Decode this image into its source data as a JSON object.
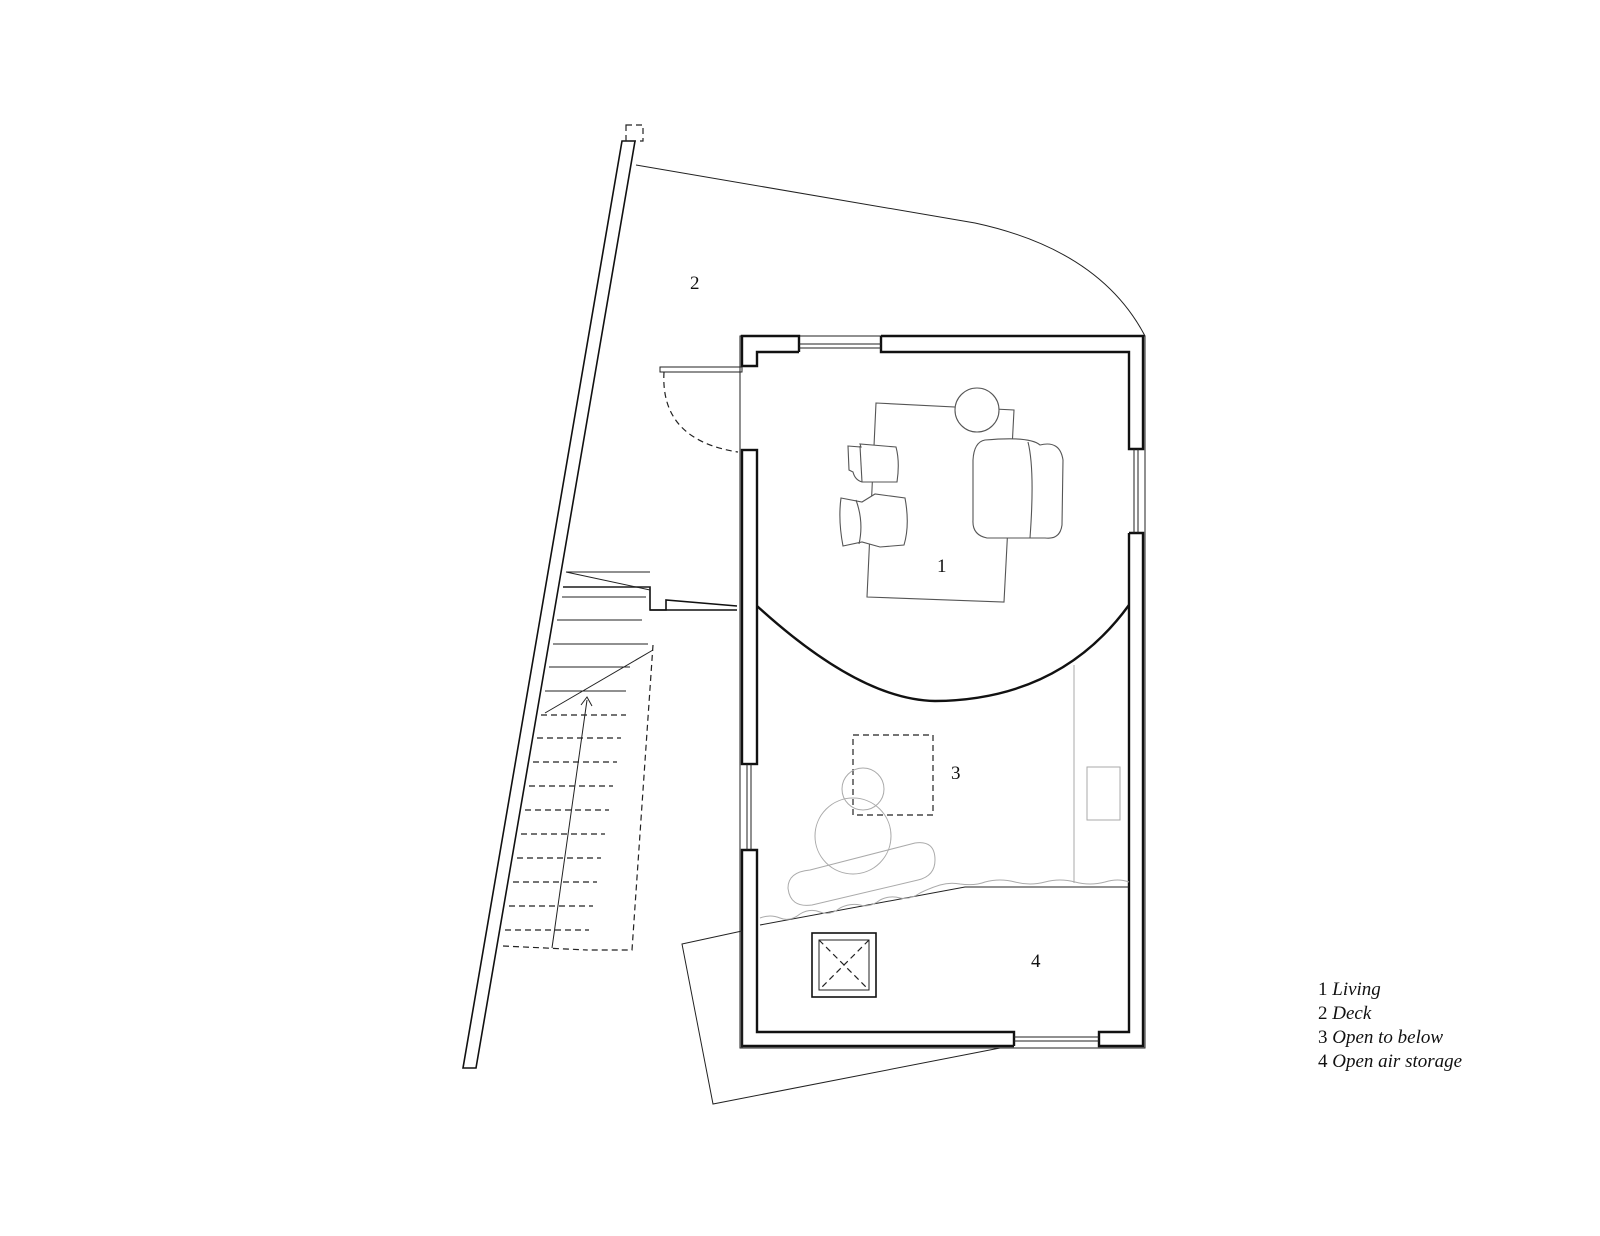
{
  "rooms": [
    {
      "number": "1",
      "name": "Living"
    },
    {
      "number": "2",
      "name": "Deck"
    },
    {
      "number": "3",
      "name": "Open to below"
    },
    {
      "number": "4",
      "name": "Open air storage"
    }
  ]
}
